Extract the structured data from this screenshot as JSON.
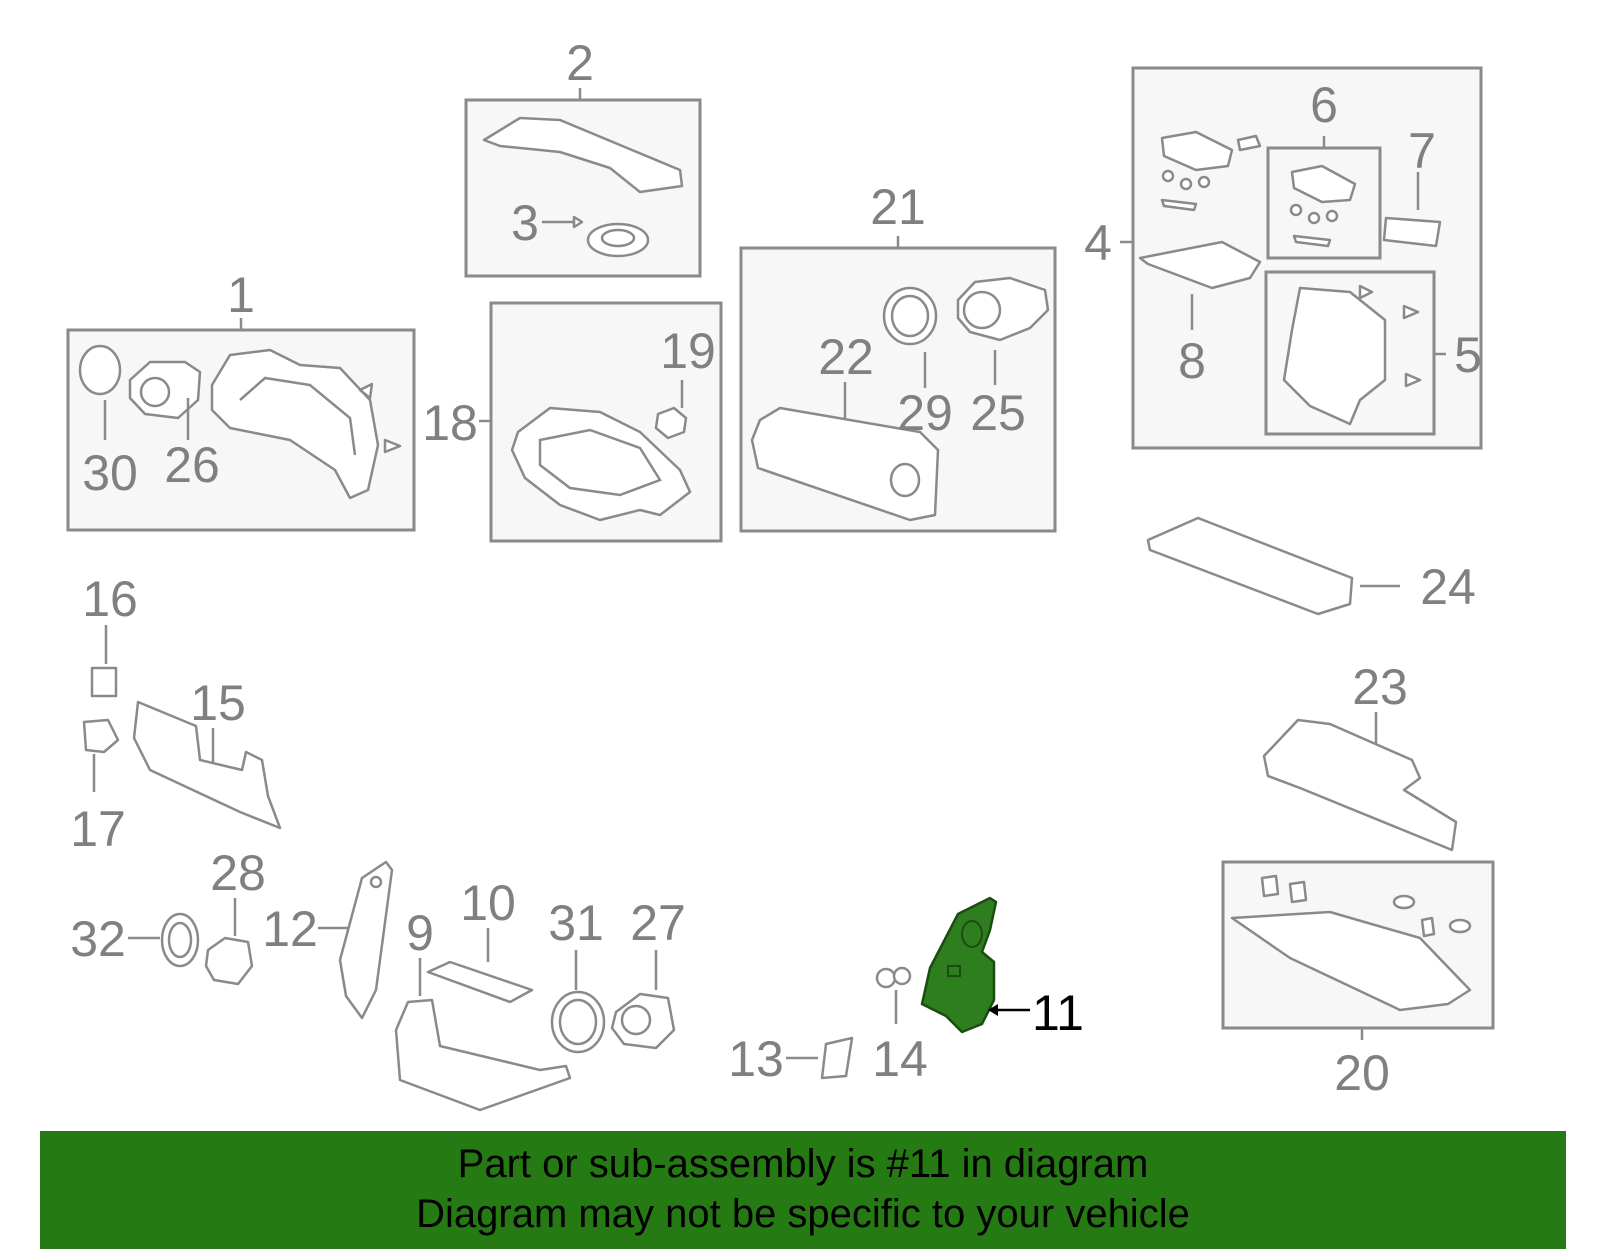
{
  "labels": {
    "n1": "1",
    "n2": "2",
    "n3": "3",
    "n4": "4",
    "n5": "5",
    "n6": "6",
    "n7": "7",
    "n8": "8",
    "n9": "9",
    "n10": "10",
    "n11": "11",
    "n12": "12",
    "n13": "13",
    "n14": "14",
    "n15": "15",
    "n16": "16",
    "n17": "17",
    "n18": "18",
    "n19": "19",
    "n20": "20",
    "n21": "21",
    "n22": "22",
    "n23": "23",
    "n24": "24",
    "n25": "25",
    "n26": "26",
    "n27": "27",
    "n28": "28",
    "n29": "29",
    "n30": "30",
    "n31": "31",
    "n32": "32"
  },
  "highlighted_part": "11",
  "colors": {
    "highlight": "#267a14",
    "part_fill": "#2e7d1f",
    "line": "#8a8a8a"
  },
  "banner": {
    "line1": "Part or sub-assembly is #11 in diagram",
    "line2": "Diagram may not be specific to your vehicle"
  }
}
